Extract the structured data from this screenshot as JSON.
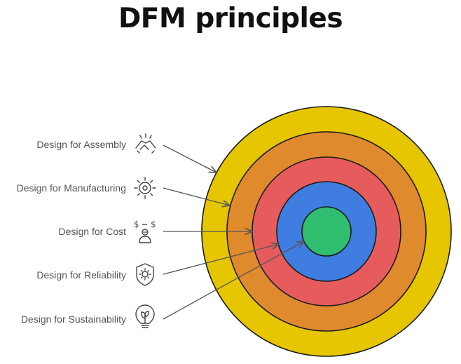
{
  "title": "DFM principles",
  "items": [
    {
      "label": "Design for Assembly",
      "icon": "handshake-icon",
      "color": "#e5c600"
    },
    {
      "label": "Design for Manufacturing",
      "icon": "gear-icon",
      "color": "#e08a2e"
    },
    {
      "label": "Design for Cost",
      "icon": "cost-person-icon",
      "color": "#e65c5c"
    },
    {
      "label": "Design for Reliability",
      "icon": "shield-gear-icon",
      "color": "#3f7de0"
    },
    {
      "label": "Design for Sustainability",
      "icon": "eco-bulb-icon",
      "color": "#2fbd6f"
    }
  ]
}
